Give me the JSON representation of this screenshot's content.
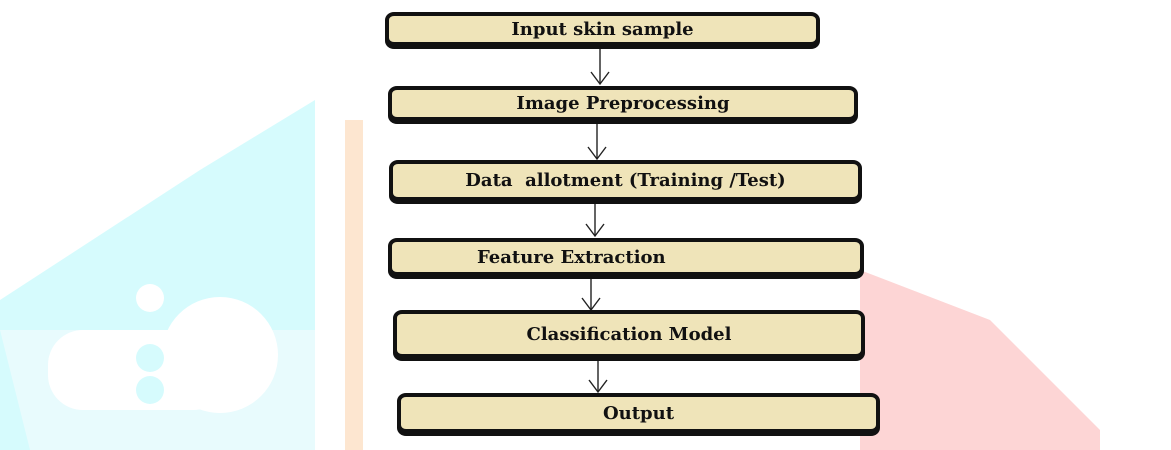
{
  "flowchart": {
    "steps": [
      {
        "label": "Input skin sample"
      },
      {
        "label": "Image Preprocessing"
      },
      {
        "label": "Data  allotment (Training /Test)"
      },
      {
        "label": "Feature Extraction"
      },
      {
        "label": "Classification Model"
      },
      {
        "label": "Output"
      }
    ]
  },
  "colors": {
    "box_fill": "#efe4b9",
    "box_border": "#111111",
    "watermark_cyan": "#d6fbfd",
    "watermark_orange": "#fde6d0",
    "watermark_red": "#fdd5d5"
  }
}
